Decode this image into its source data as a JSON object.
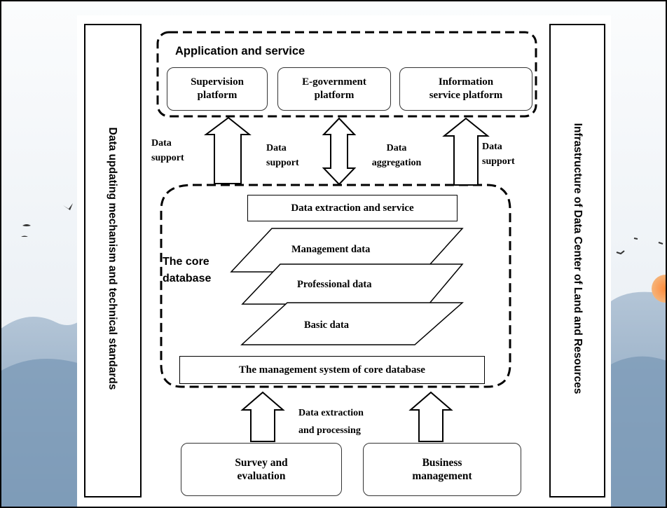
{
  "left_bar": "Data updating mechanism and technical standards",
  "right_bar": "Infrastructure of Data Center of Land and Resources",
  "application": {
    "title": "Application and service",
    "platforms": [
      {
        "line1": "Supervision",
        "line2": "platform"
      },
      {
        "line1": "E-government",
        "line2": "platform"
      },
      {
        "line1": "Information",
        "line2": "service platform"
      }
    ]
  },
  "arrow_labels": {
    "support_1": "Data\nsupport",
    "support_2": "Data\nsupport",
    "aggregation": "Data\naggregation",
    "support_3": "Data\nsupport",
    "extraction": "Data extraction\nand processing"
  },
  "core": {
    "title": "The core\ndatabase",
    "service_box": "Data extraction and service",
    "layers": [
      "Management data",
      "Professional data",
      "Basic data"
    ],
    "management_system": "The management  system of core database"
  },
  "sources": [
    {
      "line1": "Survey and",
      "line2": "evaluation"
    },
    {
      "line1": "Business",
      "line2": "management"
    }
  ],
  "colors": {
    "sky": "#eef3f7",
    "mountain": "#8fa9c2",
    "sun": "#f26a2c",
    "line": "#000000"
  }
}
